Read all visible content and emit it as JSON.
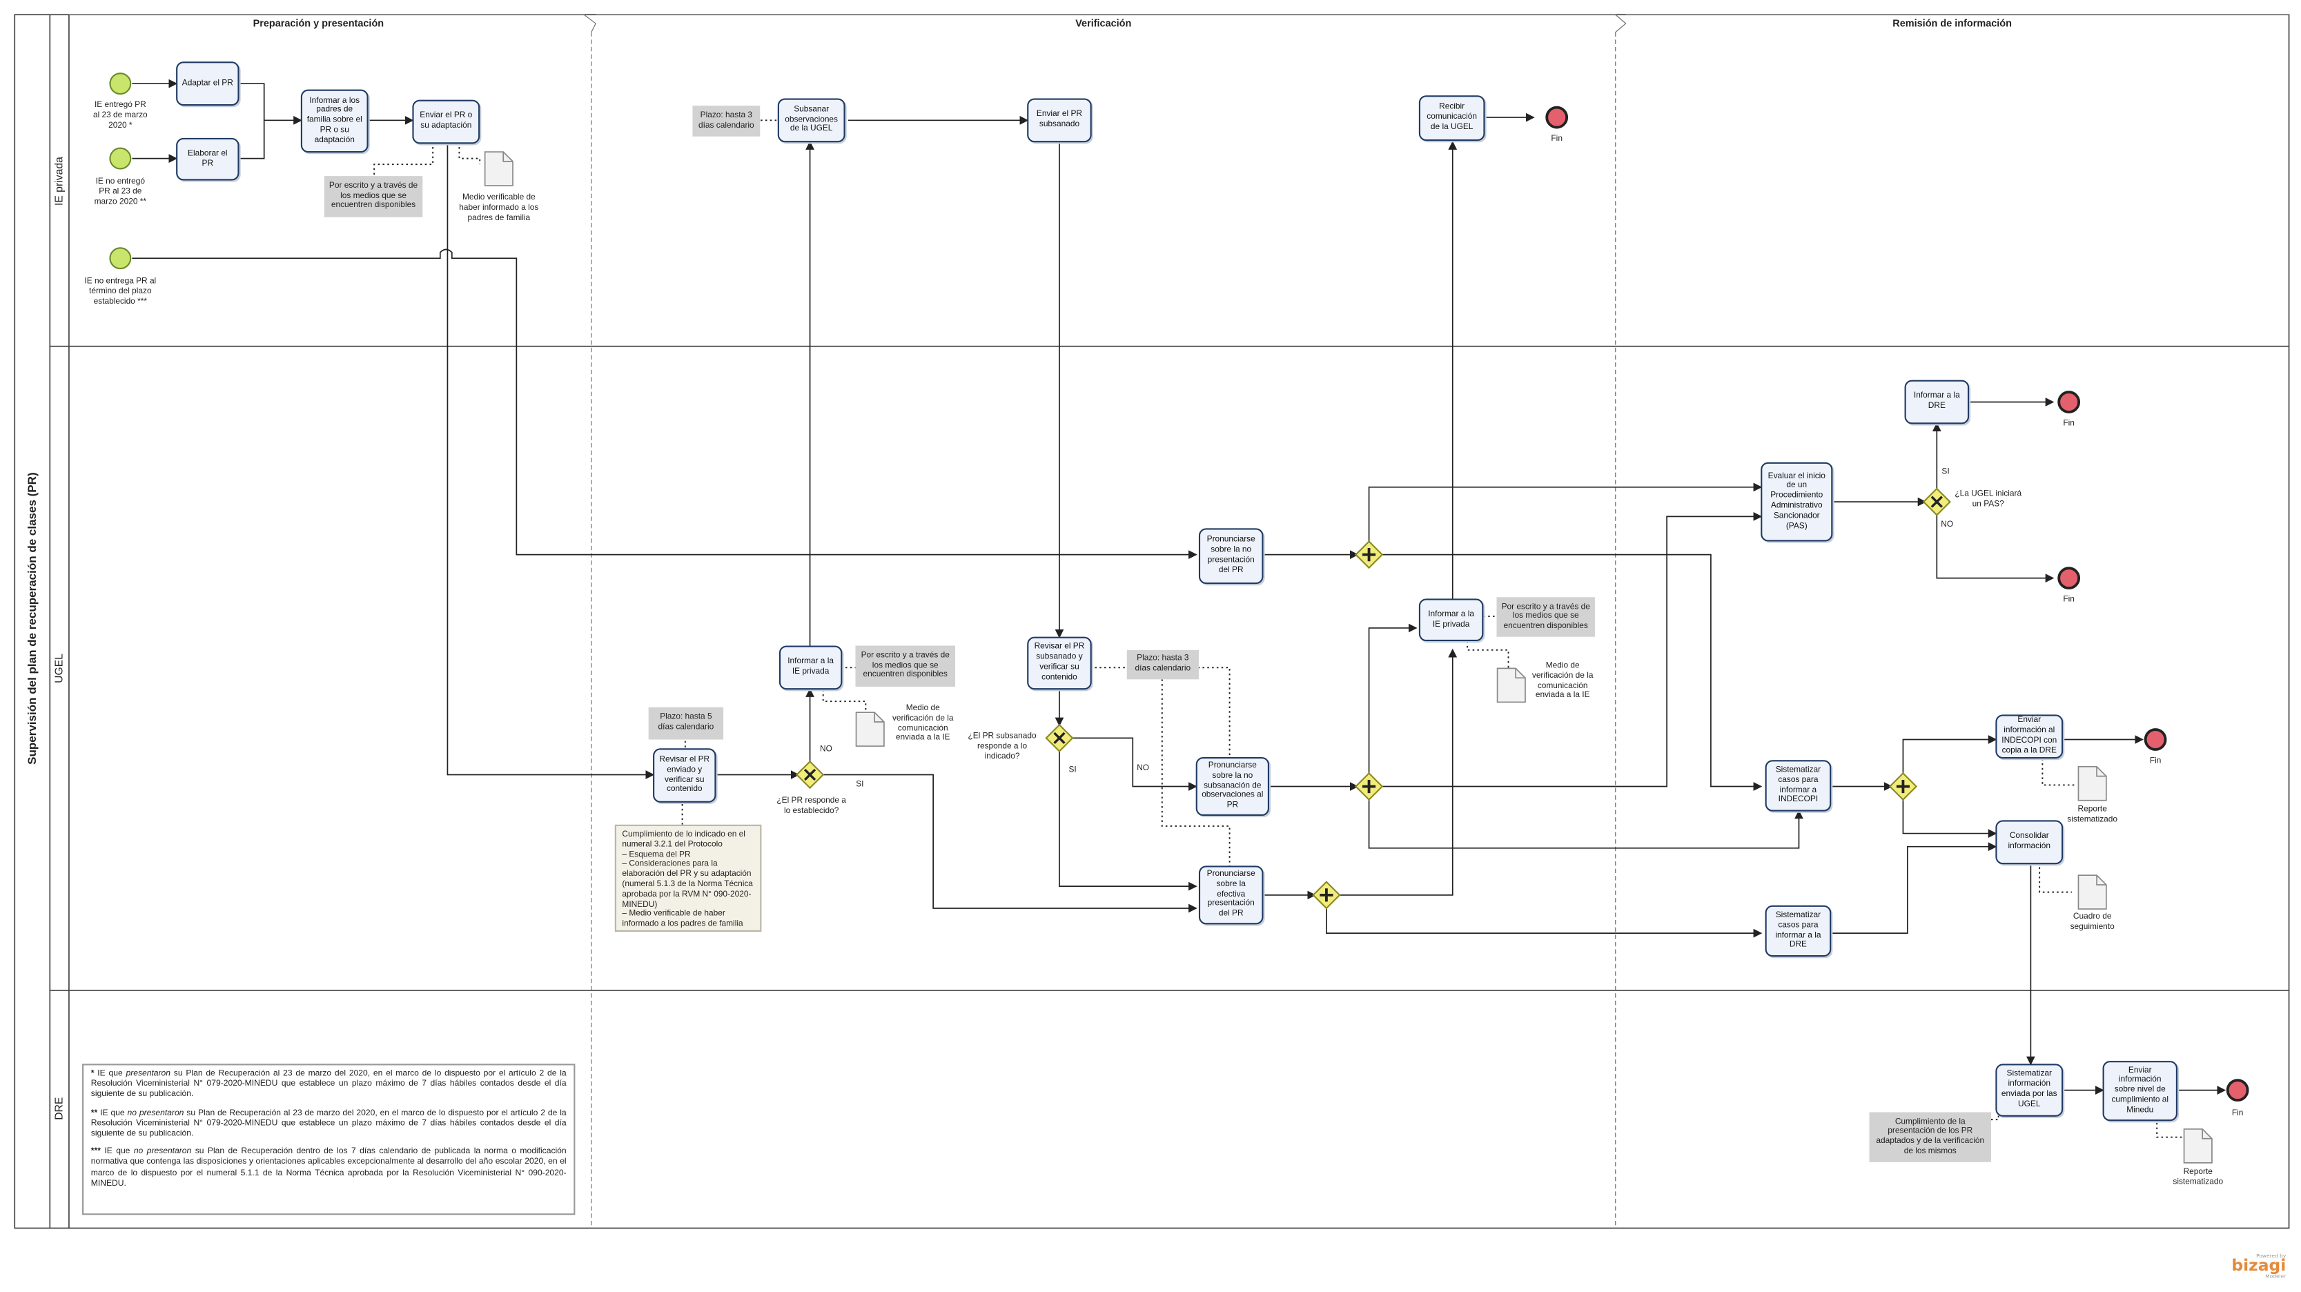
{
  "pool": {
    "title": "Supervisión del plan de recuperación de clases (PR)"
  },
  "lanes": [
    {
      "name": "IE privada"
    },
    {
      "name": "UGEL"
    },
    {
      "name": "DRE"
    }
  ],
  "phases": [
    {
      "name": "Preparación y presentación"
    },
    {
      "name": "Verificación"
    },
    {
      "name": "Remisión de información"
    }
  ],
  "tasks": {
    "adaptar": "Adaptar el PR",
    "elaborar": "Elaborar el PR",
    "informar_padres": "Informar a los padres de familia sobre el PR o su adaptación",
    "enviar_pr": "Enviar el PR o su adaptación",
    "subsanar": "Subsanar observaciones de la UGEL",
    "enviar_subsanado": "Enviar el PR subsanado",
    "recibir_com": "Recibir comunicación de la UGEL",
    "pron_no_pres": "Pronunciarse sobre la no presentación del PR",
    "informar_ie_1": "Informar a la IE privada",
    "revisar_subsanado": "Revisar el PR subsanado y verificar su contenido",
    "revisar_pr": "Revisar el PR enviado y verificar su contenido",
    "pron_no_subs": "Pronunciarse sobre la no subsanación de observaciones al PR",
    "pron_efectiva": "Pronunciarse sobre la efectiva presentación del PR",
    "informar_ie_2": "Informar a la IE privada",
    "evaluar_pas": "Evaluar el inicio de un Procedimiento Administrativo Sancionador (PAS)",
    "informar_dre": "Informar a la DRE",
    "sist_indecopi": "Sistematizar casos para informar a INDECOPI",
    "sist_dre": "Sistematizar casos para informar a la DRE",
    "enviar_indecopi": "Enviar información al INDECOPI con copia a la DRE",
    "consolidar": "Consolidar información",
    "sist_ugel": "Sistematizar información enviada por las UGEL",
    "enviar_minedu": "Enviar información sobre nivel de cumplimiento al Minedu"
  },
  "events": {
    "start1": "IE entregó PR al 23 de marzo 2020 *",
    "start2": "IE no entregó PR al 23 de marzo 2020 **",
    "start3": "IE no entrega PR al término del plazo establecido ***",
    "fin": "Fin"
  },
  "gateways": {
    "g1": "¿El PR responde a lo establecido?",
    "g2": "¿El PR subsanado responde a lo indicado?",
    "g3": "¿La UGEL iniciará un PAS?",
    "si": "SI",
    "no": "NO"
  },
  "annotations": {
    "por_escrito": "Por escrito y a través de los medios que se encuentren disponibles",
    "plazo3": "Plazo: hasta 3 días calendario",
    "plazo5": "Plazo: hasta 5 días calendario",
    "cumplimiento_protocolo": "Cumplimiento de lo indicado en el numeral 3.2.1 del Protocolo\n– Esquema del PR\n– Consideraciones para la elaboración del PR y su adaptación (numeral 5.1.3 de la Norma Técnica aprobada por la RVM N° 090-2020-MINEDU)\n– Medio verificable de haber informado a los padres de familia",
    "cumplimiento_dre": "Cumplimiento de la presentación de los PR adaptados y de la verificación de los mismos"
  },
  "documents": {
    "medio_padres": "Medio verificable de haber informado a los padres de familia",
    "medio_com": "Medio de verificación de la comunicación enviada a la IE",
    "reporte": "Reporte sistematizado",
    "cuadro": "Cuadro de seguimiento"
  },
  "footnotes": [
    {
      "mark": "*",
      "pre": " IE que ",
      "em": "presentaron",
      "post": " su Plan de Recuperación al 23 de marzo del 2020, en el marco de lo dispuesto por el artículo 2 de la Resolución Viceministerial N° 079-2020-MINEDU que establece un plazo máximo de 7 días hábiles contados desde el día siguiente de su publicación."
    },
    {
      "mark": "**",
      "pre": " IE que ",
      "em": "no presentaron",
      "post": " su Plan de Recuperación al 23 de marzo del 2020, en el marco de lo dispuesto por el artículo 2 de la Resolución Viceministerial N° 079-2020-MINEDU que establece un plazo máximo de 7 días hábiles contados desde el día siguiente de su publicación."
    },
    {
      "mark": "***",
      "pre": " IE que ",
      "em": "no presentaron",
      "post": " su Plan de Recuperación dentro de los 7 días calendario de publicada la norma o modificación normativa que contenga las disposiciones y orientaciones aplicables excepcionalmente al desarrollo del año escolar 2020, en el marco de lo dispuesto por el numeral 5.1.1 de la Norma Técnica aprobada por la Resolución Viceministerial N° 090-2020-MINEDU."
    }
  ],
  "branding": {
    "powered": "Powered by",
    "name": "bizagi",
    "sub": "Modeler"
  },
  "colors": {
    "task_fill": "#eef3fb",
    "task_border": "#1f3a64",
    "start": "#c9e56b",
    "end": "#e5606d",
    "gateway": "#f1ec7c",
    "annotation": "#d2d2d2"
  }
}
